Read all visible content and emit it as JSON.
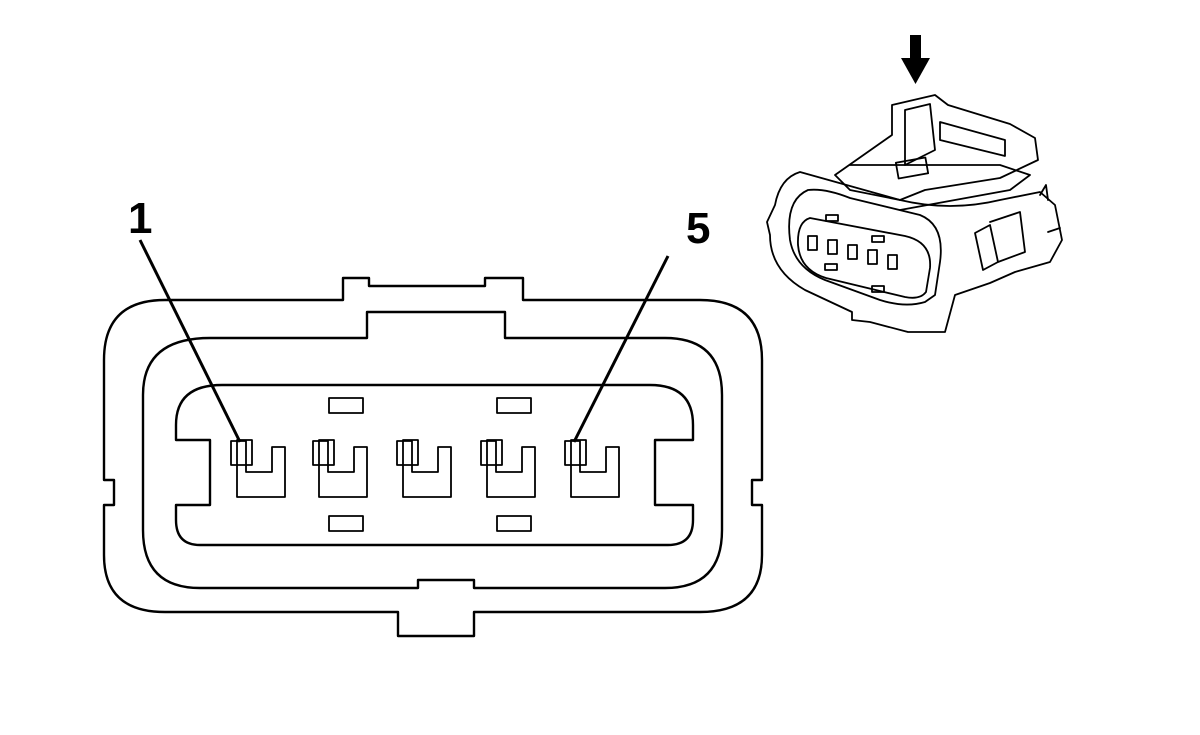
{
  "diagram": {
    "type": "connector-terminal-view",
    "pin_count": 5,
    "callouts": [
      {
        "pin": 1,
        "label": "1"
      },
      {
        "pin": 5,
        "label": "5"
      }
    ],
    "view_direction_indicator": "down-arrow-icon",
    "colors": {
      "line": "#000000",
      "background": "#ffffff"
    }
  }
}
